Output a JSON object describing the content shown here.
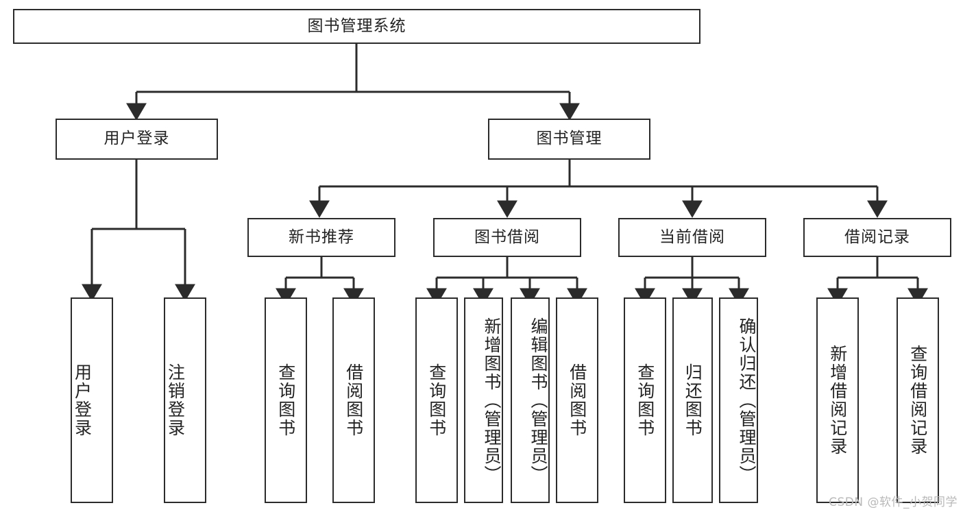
{
  "diagram": {
    "title": "图书管理系统",
    "type": "tree",
    "orientation": "top-down",
    "line_color": "#2b2b2b",
    "box_fill": "#ffffff",
    "text_color": "#232323",
    "background": "#ffffff"
  },
  "root": {
    "label": "图书管理系统"
  },
  "level2": [
    {
      "label": "用户登录"
    },
    {
      "label": "图书管理"
    }
  ],
  "level3": [
    {
      "label": "新书推荐"
    },
    {
      "label": "图书借阅"
    },
    {
      "label": "当前借阅"
    },
    {
      "label": "借阅记录"
    }
  ],
  "leaves": {
    "user_login": [
      {
        "label": "用户登录"
      },
      {
        "label": "注销登录"
      }
    ],
    "new_book_recommend": [
      {
        "label": "查询图书"
      },
      {
        "label": "借阅图书"
      }
    ],
    "book_borrow": [
      {
        "label": "查询图书"
      },
      {
        "label": "新增图书（管理员）"
      },
      {
        "label": "编辑图书（管理员）"
      },
      {
        "label": "借阅图书"
      }
    ],
    "current_borrow": [
      {
        "label": "查询图书"
      },
      {
        "label": "归还图书"
      },
      {
        "label": "确认归还（管理员）"
      }
    ],
    "borrow_records": [
      {
        "label": "新增借阅记录"
      },
      {
        "label": "查询借阅记录"
      }
    ]
  },
  "watermark": {
    "text": "CSDN @软件_小贺同学"
  }
}
